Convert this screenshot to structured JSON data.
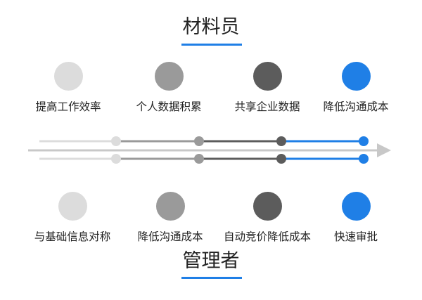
{
  "top_section": {
    "title": "材料员",
    "items": [
      {
        "label": "提高工作效率",
        "color": "#dcdcdc"
      },
      {
        "label": "个人数据积累",
        "color": "#9a9a9a"
      },
      {
        "label": "共享企业数据",
        "color": "#5c5c5c"
      },
      {
        "label": "降低沟通成本",
        "color": "#1f7fe6"
      }
    ]
  },
  "bottom_section": {
    "title": "管理者",
    "items": [
      {
        "label": "与基础信息对称",
        "color": "#dcdcdc"
      },
      {
        "label": "降低沟通成本",
        "color": "#9a9a9a"
      },
      {
        "label": "自动竞价降低成本",
        "color": "#5c5c5c"
      },
      {
        "label": "快速审批",
        "color": "#1f7fe6"
      }
    ]
  },
  "timeline": {
    "arrow_color": "#c8c8c8",
    "segment_colors": [
      "#dcdcdc",
      "#9a9a9a",
      "#5c5c5c",
      "#1f7fe6"
    ]
  },
  "accent_color": "#1f7fe6"
}
